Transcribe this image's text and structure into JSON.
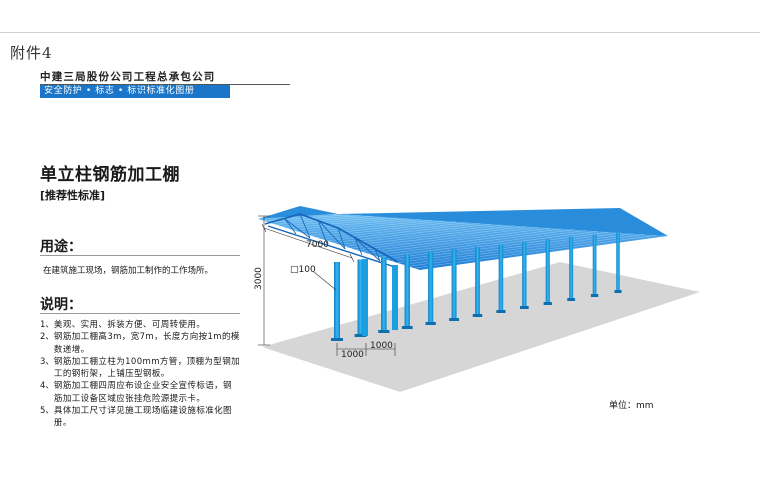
{
  "header": {
    "annex": "附件4",
    "company": "中建三局股份公司工程总承包公司",
    "banner": "安全防护 • 标志 • 标识标准化图册"
  },
  "title": "单立柱钢筋加工棚",
  "subtitle": "[推荐性标准]",
  "usage": {
    "heading": "用途：",
    "text": "在建筑施工现场，钢筋加工制作的工作场所。"
  },
  "notes": {
    "heading": "说明：",
    "items": [
      {
        "num": "1、",
        "text": "美观、实用、拆装方便、可周转使用。"
      },
      {
        "num": "2、",
        "text": "钢筋加工棚高3m，宽7m，长度方向按1m的模数递增。"
      },
      {
        "num": "3、",
        "text": "钢筋加工棚立柱为100mm方管，顶棚为型钢加工的钢桁架，上铺压型钢板。"
      },
      {
        "num": "4、",
        "text": "钢筋加工棚四周应布设企业安全宣传标语，钢筋加工设备区域应张挂危险源提示卡。"
      },
      {
        "num": "5、",
        "text": "具体加工尺寸详见施工现场临建设施标准化图册。"
      }
    ]
  },
  "drawing": {
    "dim_width": "7000",
    "dim_height": "3000",
    "dim_post": "□100",
    "dim_spacing_1": "1000",
    "dim_spacing_2": "1000",
    "unit": "单位：mm",
    "colors": {
      "roof": "#1f7fd6",
      "roof_light": "#5fb2ee",
      "post": "#1b9fe0",
      "ground": "#d9d9d9"
    }
  }
}
